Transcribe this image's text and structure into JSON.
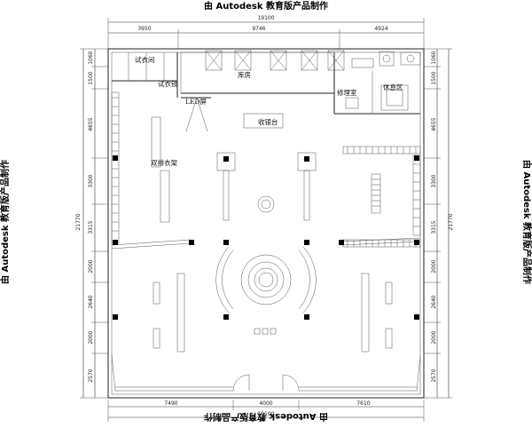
{
  "watermark": {
    "top": "由 Autodesk 教育版产品制作",
    "bottom": "由 Autodesk 教育版产品制作",
    "left": "由 Autodesk 教育版产品制作",
    "right": "由 Autodesk 教育版产品制作"
  },
  "dimensions": {
    "top_total": "19100",
    "top_segments": [
      "3950",
      "9746",
      "4924"
    ],
    "bottom_total": "19100",
    "bottom_segments": [
      "7490",
      "4000",
      "7610"
    ],
    "left_total": "21770",
    "left_segments": [
      "1060",
      "1500",
      "4655",
      "3300",
      "3315",
      "2000",
      "2640",
      "2000",
      "2570"
    ],
    "right_total": "21770",
    "right_segments": [
      "1060",
      "1500",
      "4655",
      "3300",
      "3315",
      "2000",
      "2640",
      "2000",
      "2570"
    ]
  },
  "rooms": {
    "fitting_room": "试衣间",
    "fitting_mirror": "试衣镜",
    "storage": "库房",
    "led_screen": "LED屏",
    "cashier": "收银台",
    "repair_room": "修理室",
    "rest_area": "休息区",
    "double_rack": "双排衣架"
  }
}
